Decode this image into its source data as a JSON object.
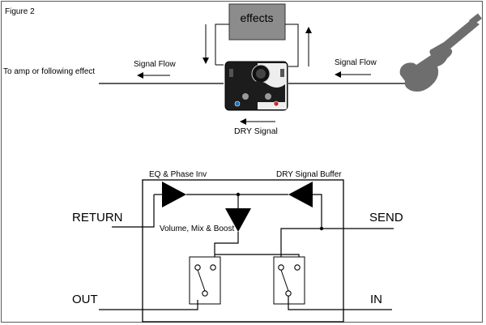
{
  "figure_label": "Figure 2",
  "top": {
    "effects_label": "effects",
    "left_destination": "To amp or following effect",
    "signal_flow_left": "Signal Flow",
    "signal_flow_right": "Signal Flow",
    "dry_signal": "DRY Signal"
  },
  "schematic": {
    "eq_phase_inv": "EQ & Phase Inv",
    "dry_signal_buffer": "DRY Signal Buffer",
    "volume_mix_boost": "Volume, Mix & Boost",
    "return": "RETURN",
    "send": "SEND",
    "out": "OUT",
    "in": "IN"
  },
  "colors": {
    "effects_box": "#8c8c8c",
    "guitar": "#6e6e6e",
    "pedal_body": "#1c1c1c"
  },
  "icons": {
    "guitar": "electric-guitar-icon",
    "pedal": "effects-pedal-icon"
  }
}
